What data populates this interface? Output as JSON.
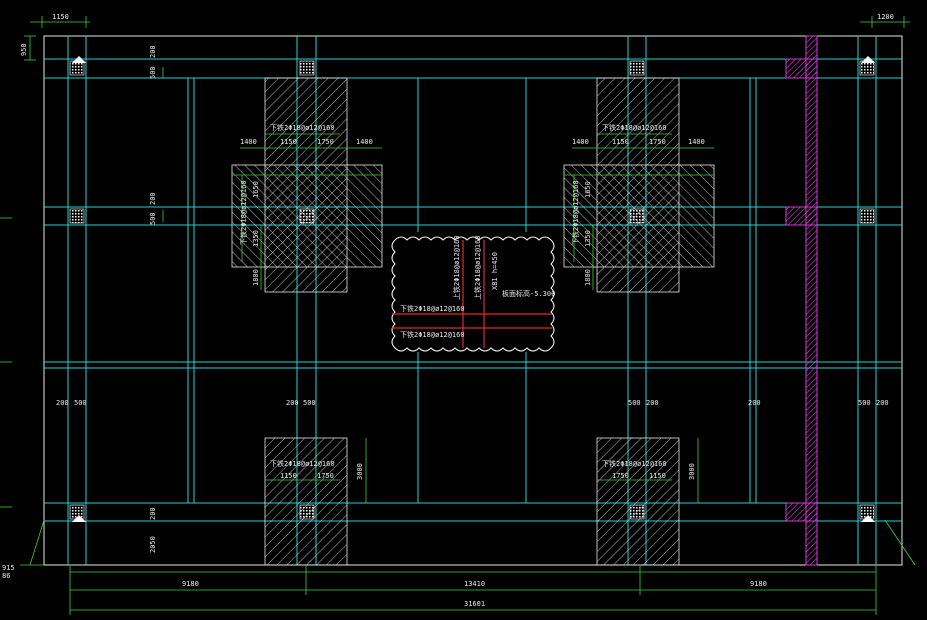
{
  "colors": {
    "background": "#000000",
    "outline": "#e6e6e6",
    "beam": "#22d3d3",
    "dimension": "#35d435",
    "hatch": "#e6e6e6",
    "shear_wall": "#d63bd6",
    "rebar": "#e02b2b",
    "revision_cloud": "#ffffff",
    "column": "#ffffff"
  },
  "icons": [
    "column-symbol",
    "hatch-pattern",
    "revision-cloud",
    "elevation-triangle"
  ],
  "dimensions": {
    "top_left_width": "1150",
    "top_right_width": "1200",
    "top_left_height": "950",
    "bottom_spans": [
      "9180",
      "13410",
      "9180"
    ],
    "overall_width": "31601",
    "pad_top_spans": [
      "1400",
      "1150",
      "1750",
      "1400"
    ],
    "pad_top_spans_right": [
      "1400",
      "1150",
      "1750",
      "1400"
    ],
    "pad_bottom_spans_left": [
      "1150",
      "1750"
    ],
    "pad_bottom_spans_right": [
      "1750",
      "1150"
    ],
    "pad_heights": [
      "1650",
      "1350",
      "1800"
    ],
    "pad_bottom_height": "3000",
    "beam_offsets": [
      "500",
      "200"
    ],
    "bottom_left_height": "2050",
    "corner_marks": [
      "915",
      "86"
    ]
  },
  "rebar_notes": {
    "pad_top": "下铁2Φ18@ø12@160",
    "pad_side": "下铁2Φ18@ø12@160",
    "cloud_vertical": "上铁2Φ18@ø12@160",
    "cloud_horizontal": "下铁2Φ18@ø12@160",
    "slab_level": "XB1 h=450",
    "elevation_note": "板面标高-5.300"
  }
}
